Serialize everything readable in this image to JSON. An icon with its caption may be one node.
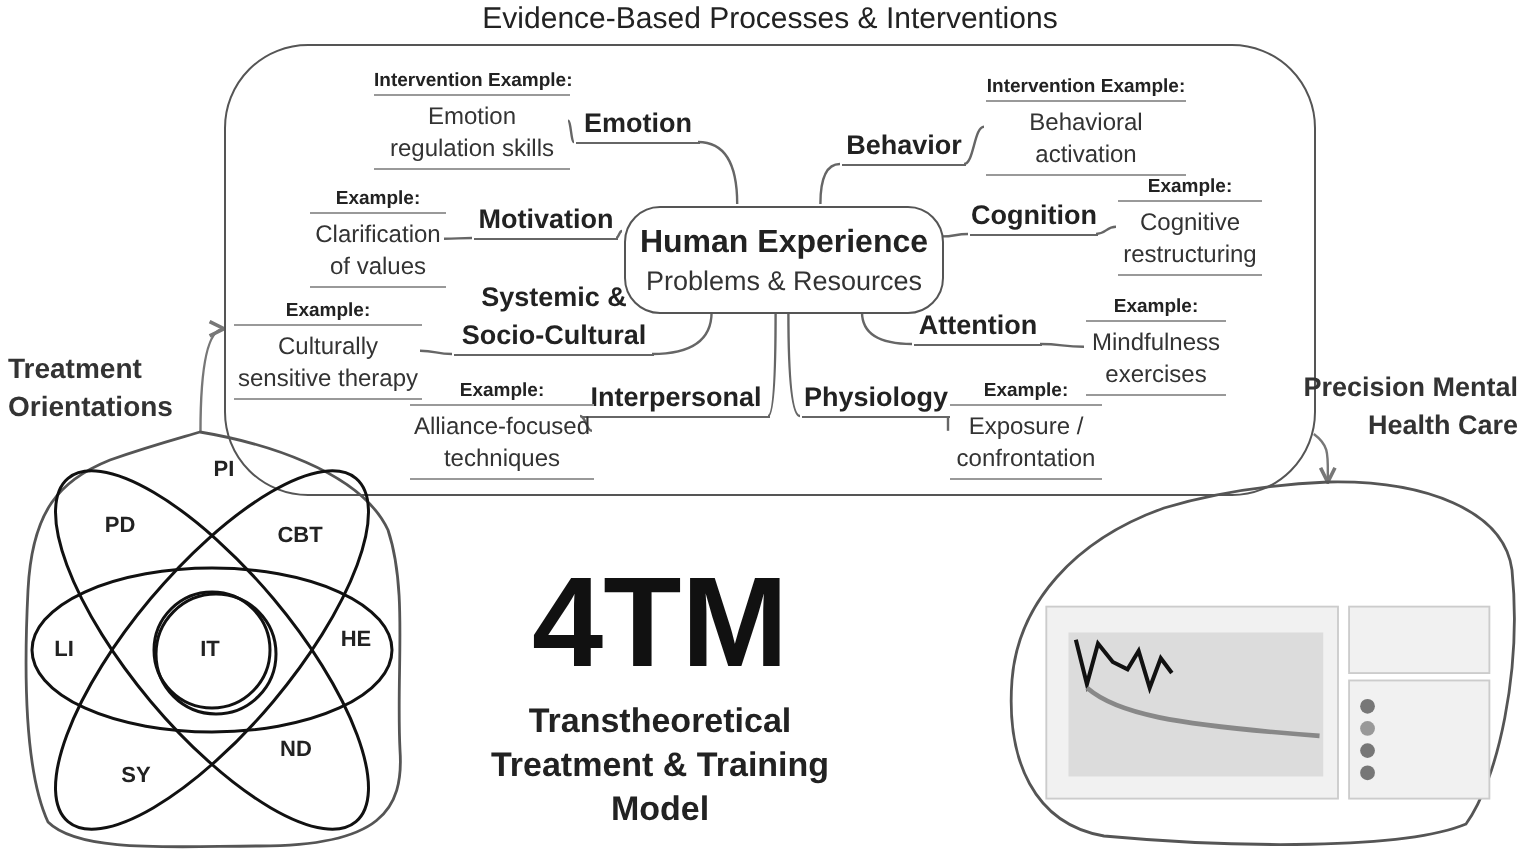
{
  "diagram": {
    "nodes": [
      {
        "text": [
          "Evidence-Based Processes & Interventions"
        ]
      },
      {
        "text": [
          "Human Experience",
          "Problems & Resources"
        ],
        "in": 0
      },
      {
        "text": [
          "Emotion"
        ],
        "in": 0
      },
      {
        "text": [
          "Intervention Example:",
          "Emotion regulation skills"
        ],
        "in": 0
      },
      {
        "text": [
          "Behavior"
        ],
        "in": 0
      },
      {
        "text": [
          "Intervention Example:",
          "Behavioral activation"
        ],
        "in": 0
      },
      {
        "text": [
          "Motivation"
        ],
        "in": 0
      },
      {
        "text": [
          "Example:",
          "Clarification of values"
        ],
        "in": 0
      },
      {
        "text": [
          "Cognition"
        ],
        "in": 0
      },
      {
        "text": [
          "Example:",
          "Cognitive restructuring"
        ],
        "in": 0
      },
      {
        "text": [
          "Systemic & Socio-Cultural"
        ],
        "in": 0
      },
      {
        "text": [
          "Example:",
          "Culturally sensitive therapy"
        ],
        "in": 0
      },
      {
        "text": [
          "Attention"
        ],
        "in": 0
      },
      {
        "text": [
          "Example:",
          "Mindfulness exercises"
        ],
        "in": 0
      },
      {
        "text": [
          "Interpersonal"
        ],
        "in": 0
      },
      {
        "text": [
          "Example:",
          "Alliance-focused techniques"
        ],
        "in": 0
      },
      {
        "text": [
          "Physiology"
        ],
        "in": 0
      },
      {
        "text": [
          "Example:",
          "Exposure / confrontation"
        ],
        "in": 0
      },
      {
        "text": [
          "Treatment Orientations"
        ]
      },
      {
        "text": [
          "Precision Mental Health Care"
        ]
      },
      {
        "text": [],
        "shape": "picture",
        "in": 19
      }
    ],
    "edges": [
      {
        "from": 1,
        "to": 2,
        "arrow": "none"
      },
      {
        "from": 2,
        "to": 3,
        "arrow": "none"
      },
      {
        "from": 1,
        "to": 4,
        "arrow": "none"
      },
      {
        "from": 4,
        "to": 5,
        "arrow": "none"
      },
      {
        "from": 1,
        "to": 6,
        "arrow": "none"
      },
      {
        "from": 6,
        "to": 7,
        "arrow": "none"
      },
      {
        "from": 1,
        "to": 8,
        "arrow": "none"
      },
      {
        "from": 8,
        "to": 9,
        "arrow": "none"
      },
      {
        "from": 1,
        "to": 10,
        "arrow": "none"
      },
      {
        "from": 10,
        "to": 11,
        "arrow": "none"
      },
      {
        "from": 1,
        "to": 12,
        "arrow": "none"
      },
      {
        "from": 12,
        "to": 13,
        "arrow": "none"
      },
      {
        "from": 1,
        "to": 14,
        "arrow": "none"
      },
      {
        "from": 14,
        "to": 15,
        "arrow": "none"
      },
      {
        "from": 1,
        "to": 16,
        "arrow": "none"
      },
      {
        "from": 16,
        "to": 17,
        "arrow": "none"
      },
      {
        "from": 18,
        "to": 0,
        "arrow": "to"
      },
      {
        "from": 0,
        "to": 19,
        "arrow": "to"
      }
    ],
    "labels": [
      "PI",
      "PD",
      "CBT",
      "LI",
      "IT",
      "HE",
      "SY",
      "ND",
      "4TM",
      "Transtheoretical Treatment & Training Model"
    ]
  }
}
